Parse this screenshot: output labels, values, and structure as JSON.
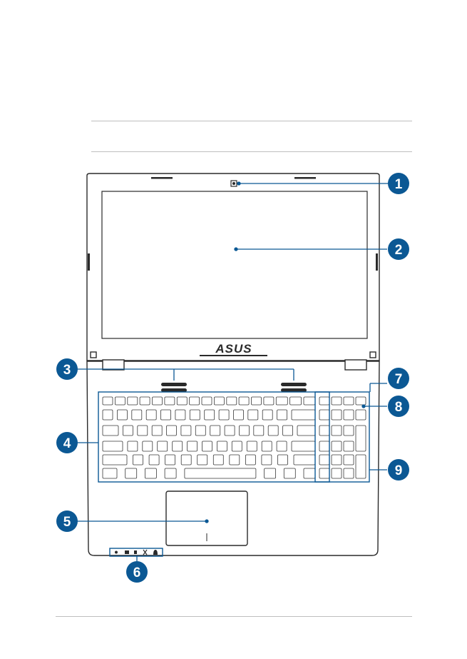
{
  "brand": {
    "logo_text": "ASUS"
  },
  "callouts": [
    {
      "number": "1",
      "target": "camera"
    },
    {
      "number": "2",
      "target": "display-panel"
    },
    {
      "number": "3",
      "target": "speakers"
    },
    {
      "number": "4",
      "target": "keyboard"
    },
    {
      "number": "5",
      "target": "touchpad"
    },
    {
      "number": "6",
      "target": "status-indicators"
    },
    {
      "number": "7",
      "target": "numeric-keypad-top"
    },
    {
      "number": "8",
      "target": "power-button"
    },
    {
      "number": "9",
      "target": "numeric-keypad"
    }
  ],
  "colors": {
    "callout_fill": "#0b5894",
    "leader_line": "#0b5894",
    "outline": "#2a2a2a",
    "rule": "#bfbfbf"
  }
}
